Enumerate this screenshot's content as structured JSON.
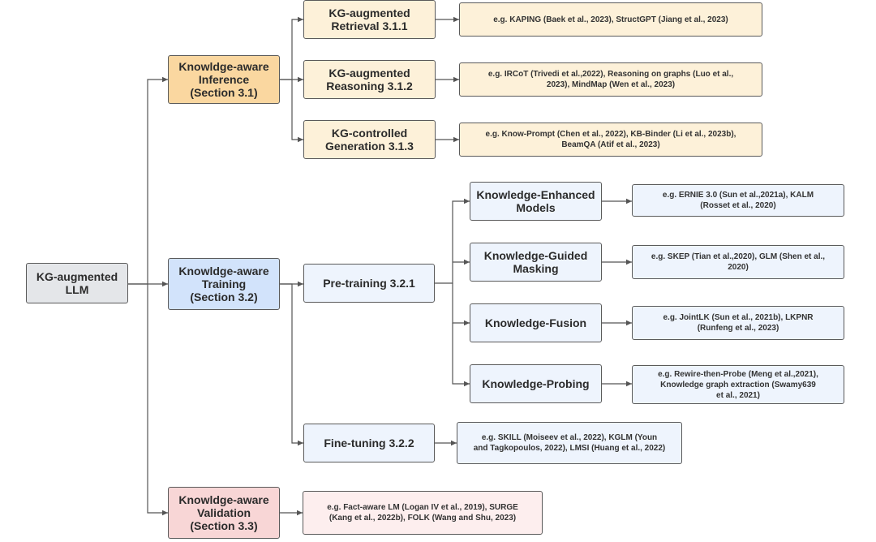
{
  "colors": {
    "gray": "#e4e6e9",
    "orange": "#fad7a0",
    "cream": "#fdf1d9",
    "blue": "#d2e3fb",
    "lightblue": "#eef4fd",
    "pink": "#f8d6d6",
    "lightpink": "#fdeeee",
    "edge": "#555555"
  },
  "diagram": {
    "root": "KG-augmented\nLLM",
    "inference": {
      "title": "Knowldge-aware\nInference\n(Section 3.1)",
      "retrieval": "KG-augmented\nRetrieval 3.1.1",
      "retrieval_examples": "e.g. KAPING (Baek et al., 2023), StructGPT (Jiang et al., 2023)",
      "reasoning": "KG-augmented\nReasoning 3.1.2",
      "reasoning_examples": "e.g.  IRCoT (Trivedi et al.,2022), Reasoning on graphs (Luo et al.,\n2023), MindMap (Wen et al., 2023)",
      "generation": "KG-controlled\nGeneration 3.1.3",
      "generation_examples": "e.g. Know-Prompt (Chen et al., 2022), KB-Binder (Li et al., 2023b),\nBeamQA (Atif et al., 2023)"
    },
    "training": {
      "title": "Knowldge-aware\nTraining\n(Section 3.2)",
      "pretraining": "Pre-training 3.2.1",
      "enhanced": "Knowledge-Enhanced\nModels",
      "enhanced_examples": "e.g. ERNIE 3.0 (Sun et al.,2021a), KALM\n(Rosset et al., 2020)",
      "masking": "Knowledge-Guided\nMasking",
      "masking_examples": "e.g. SKEP (Tian et al.,2020), GLM (Shen et al.,\n2020)",
      "fusion": "Knowledge-Fusion",
      "fusion_examples": "e.g. JointLK (Sun et al., 2021b),  LKPNR\n(Runfeng et al., 2023)",
      "probing": "Knowledge-Probing",
      "probing_examples": "e.g. Rewire-then-Probe (Meng et al.,2021),\nKnowledge graph extraction (Swamy639\net al., 2021)",
      "finetuning": "Fine-tuning 3.2.2",
      "finetuning_examples": "e.g. SKILL (Moiseev et al., 2022),  KGLM (Youn\nand Tagkopoulos, 2022), LMSI (Huang et al., 2022)"
    },
    "validation": {
      "title": "Knowldge-aware\nValidation\n(Section 3.3)",
      "examples": "e.g. Fact-aware LM (Logan IV et al., 2019), SURGE\n(Kang et al., 2022b), FOLK (Wang and Shu, 2023)"
    }
  }
}
